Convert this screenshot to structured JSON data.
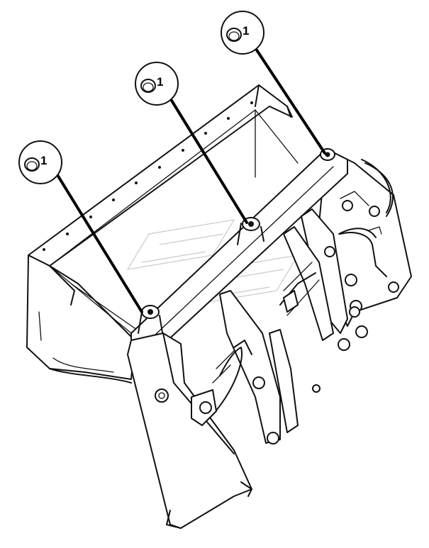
{
  "callouts": [
    {
      "id": "callout-left",
      "label": "1"
    },
    {
      "id": "callout-middle",
      "label": "1"
    },
    {
      "id": "callout-right",
      "label": "1"
    }
  ],
  "colors": {
    "line": "#111111",
    "background": "#ffffff",
    "watermark": "#c9c9c9"
  }
}
